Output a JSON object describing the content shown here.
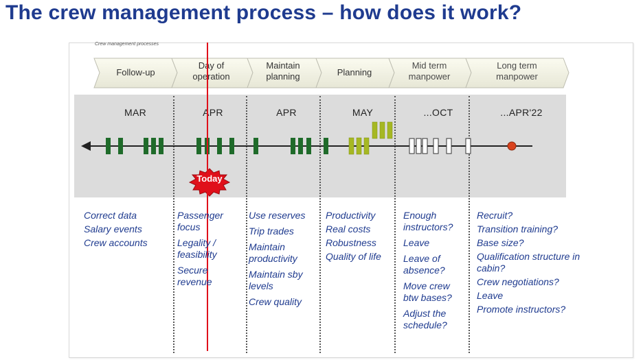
{
  "title": "The crew management process – how does it work?",
  "subtitle": "Crew management processes",
  "phases": [
    {
      "lines": [
        "Follow-up"
      ]
    },
    {
      "lines": [
        "Day of",
        "operation"
      ]
    },
    {
      "lines": [
        "Maintain",
        "planning"
      ]
    },
    {
      "lines": [
        "Planning"
      ]
    },
    {
      "lines": [
        "Mid term",
        "manpower"
      ]
    },
    {
      "lines": [
        "Long term",
        "manpower"
      ]
    }
  ],
  "months": [
    "MAR",
    "APR",
    "APR",
    "MAY",
    "...OCT",
    "...APR'22"
  ],
  "today_label": "Today",
  "colors": {
    "title": "#1f3b8f",
    "bullet_text": "#1f3b8f",
    "today_line": "#e0101a",
    "dark_green": "#1f6b2a",
    "light_green": "#a6b823",
    "endpoint": "#d9431e",
    "band": "#dcdcdc"
  },
  "columns": [
    {
      "items": [
        "Correct data",
        "Salary events",
        "Crew accounts"
      ]
    },
    {
      "items": [
        "Passenger focus",
        "Legality / feasibility",
        "Secure revenue"
      ]
    },
    {
      "items": [
        "Use reserves",
        "Trip trades",
        "Maintain productivity",
        "Maintain sby levels",
        "Crew quality"
      ]
    },
    {
      "items": [
        "Productivity",
        "Real costs",
        "Robustness",
        "Quality of life"
      ]
    },
    {
      "items": [
        "Enough instructors?",
        "Leave",
        "Leave of absence?",
        "Move crew btw bases?",
        "Adjust the schedule?"
      ]
    },
    {
      "items": [
        "Recruit?",
        "Transition training?",
        "Base size?",
        "Qualification structure in cabin?",
        "Crew negotiations?",
        "Leave",
        "Promote instructors?"
      ]
    }
  ]
}
